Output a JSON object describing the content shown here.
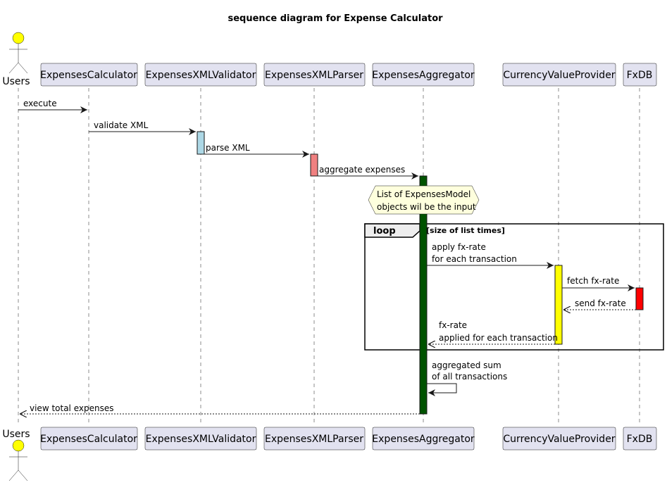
{
  "title": "sequence diagram for Expense Calculator",
  "actor": {
    "label": "Users",
    "head_color": "#FFFF00"
  },
  "participants": [
    "ExpensesCalculator",
    "ExpensesXMLValidator",
    "ExpensesXMLParser",
    "ExpensesAggregator",
    "CurrencyValueProvider",
    "FxDB"
  ],
  "messages": [
    {
      "lines": [
        "execute"
      ]
    },
    {
      "lines": [
        "validate XML"
      ]
    },
    {
      "lines": [
        "parse XML"
      ]
    },
    {
      "lines": [
        "aggregate expenses"
      ]
    },
    {
      "lines": [
        "apply fx-rate",
        "for each transaction"
      ]
    },
    {
      "lines": [
        "fetch fx-rate"
      ]
    },
    {
      "lines": [
        "send fx-rate"
      ]
    },
    {
      "lines": [
        "fx-rate",
        "applied for each transaction"
      ]
    },
    {
      "lines": [
        "aggregated sum",
        "of all transactions"
      ]
    },
    {
      "lines": [
        "view total expenses"
      ]
    }
  ],
  "note": {
    "lines": [
      "List of ExpensesModel",
      "objects wil be the input"
    ]
  },
  "loop": {
    "keyword": "loop",
    "condition": "[size of list times]"
  },
  "activation_colors": {
    "ExpensesXMLValidator": "#ADD8E6",
    "ExpensesXMLParser": "#F08080",
    "ExpensesAggregator": "#005300",
    "CurrencyValueProvider": "#FFFF00",
    "FxDB": "#FF0000"
  },
  "colors": {
    "participant_box": "#E2E2F0",
    "note_fill": "#FEFFDD",
    "loop_tab": "#EEEEEE"
  }
}
